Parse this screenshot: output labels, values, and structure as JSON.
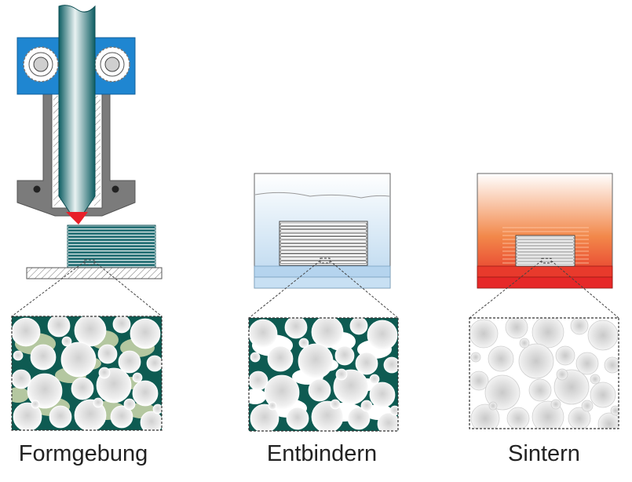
{
  "stages": [
    {
      "label": "Formgebung"
    },
    {
      "label": "Entbindern"
    },
    {
      "label": "Sintern"
    }
  ],
  "colors": {
    "motor_block": "#1f86d1",
    "nozzle_teal": "#0f6d72",
    "heater_gray": "#7a7a7a",
    "binder_green": "#0e5b52",
    "binder_light": "#c6d3a8",
    "melt_red": "#e8202a",
    "debind_blue": "#cfe3f3",
    "sinter_red": "#e62828",
    "sinter_orange": "#f59a55"
  }
}
